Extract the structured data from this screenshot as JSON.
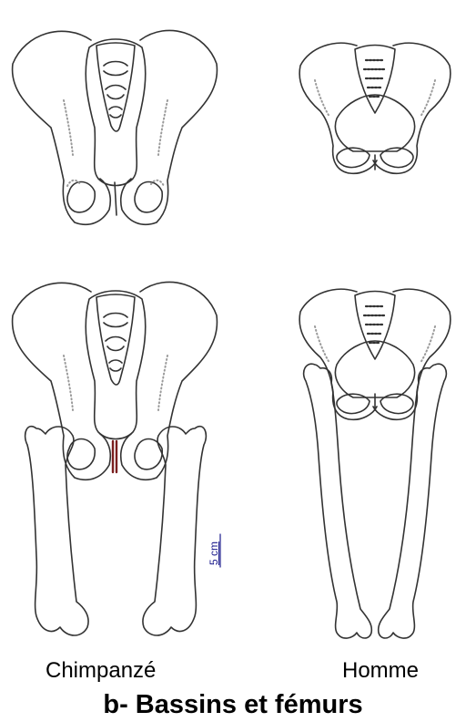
{
  "labels": {
    "left_species": "Chimpanzé",
    "right_species": "Homme"
  },
  "caption": "b- Bassins et fémurs",
  "scale_bar": {
    "text": "5 cm",
    "color": "#1a1a8c"
  },
  "colors": {
    "outline": "#333333",
    "stipple": "#9a9a9a",
    "symphysis_chimp": "#7a1f1f"
  }
}
